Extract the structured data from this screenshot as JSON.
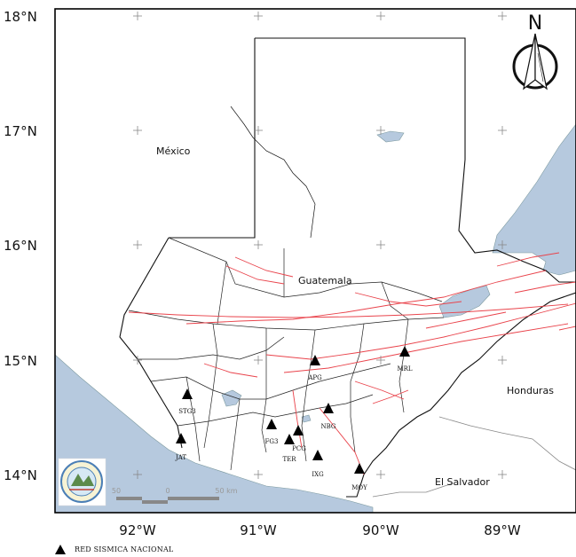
{
  "axes": {
    "lat_labels": [
      "18°N",
      "17°N",
      "16°N",
      "15°N",
      "14°N"
    ],
    "lon_labels": [
      "92°W",
      "91°W",
      "90°W",
      "89°W"
    ]
  },
  "countries": {
    "mexico": "México",
    "guatemala": "Guatemala",
    "honduras": "Honduras",
    "el_salvador": "El Salvador"
  },
  "north_arrow": {
    "label": "N"
  },
  "scale_bar": {
    "left": "50",
    "center": "0",
    "right": "50 km"
  },
  "stations": [
    {
      "code": "APG"
    },
    {
      "code": "MRL"
    },
    {
      "code": "STG3"
    },
    {
      "code": "NBG"
    },
    {
      "code": "FG3"
    },
    {
      "code": "PCG"
    },
    {
      "code": "TER"
    },
    {
      "code": "JAT"
    },
    {
      "code": "IXG"
    },
    {
      "code": "MOY"
    }
  ],
  "legend": {
    "label": "RED SISMICA NACIONAL"
  },
  "colors": {
    "water": "#b6c9de",
    "land": "#ffffff",
    "faults": "#e9434b",
    "borders": "#111111"
  }
}
